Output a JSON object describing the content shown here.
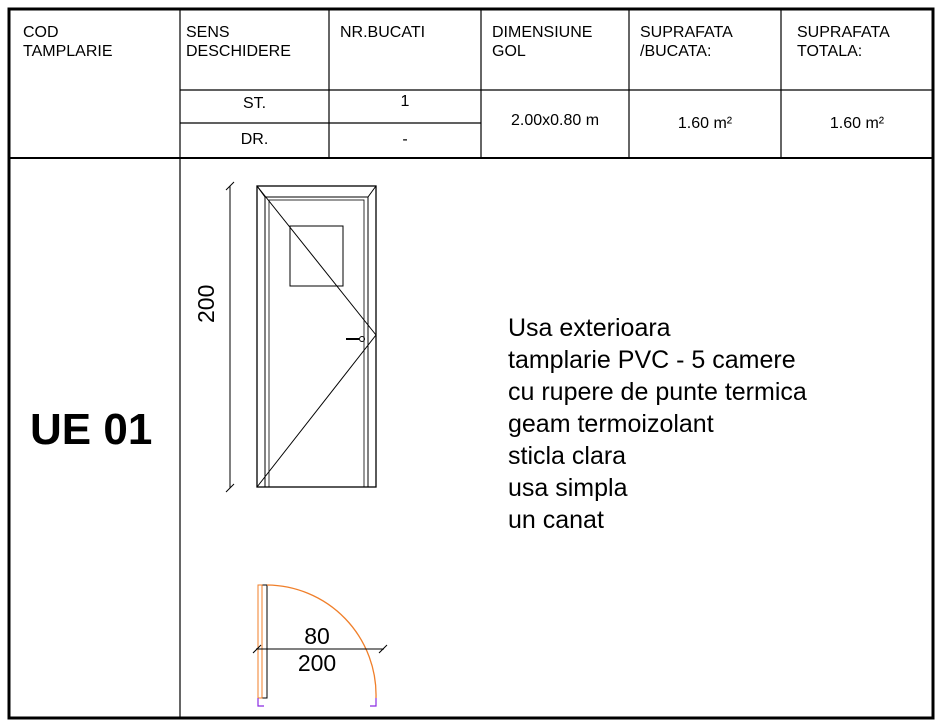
{
  "table": {
    "headers": {
      "cod_line1": "COD",
      "cod_line2": "TAMPLARIE",
      "sens_line1": "SENS",
      "sens_line2": "DESCHIDERE",
      "nr": "NR.BUCATI",
      "dim_line1": "DIMENSIUNE",
      "dim_line2": "GOL",
      "supb_line1": "SUPRAFATA",
      "supb_line2": "/BUCATA:",
      "supt_line1": "SUPRAFATA",
      "supt_line2": "TOTALA:"
    },
    "rows": [
      {
        "sens": "ST.",
        "nr": "1"
      },
      {
        "sens": "DR.",
        "nr": "-"
      }
    ],
    "dimension": "2.00x0.80 m",
    "suprafata_bucata": "1.60 m²",
    "suprafata_totala": "1.60 m²"
  },
  "door": {
    "code": "UE 01",
    "elevation_height": "200",
    "plan_width": "80",
    "plan_height": "200",
    "description": [
      "Usa exterioara",
      "tamplarie PVC - 5 camere",
      "cu rupere de punte termica",
      "geam termoizolant",
      "sticla clara",
      "usa simpla",
      "un canat"
    ],
    "swing_color": "#f07f2a",
    "hinge_color": "#8a2be2"
  }
}
